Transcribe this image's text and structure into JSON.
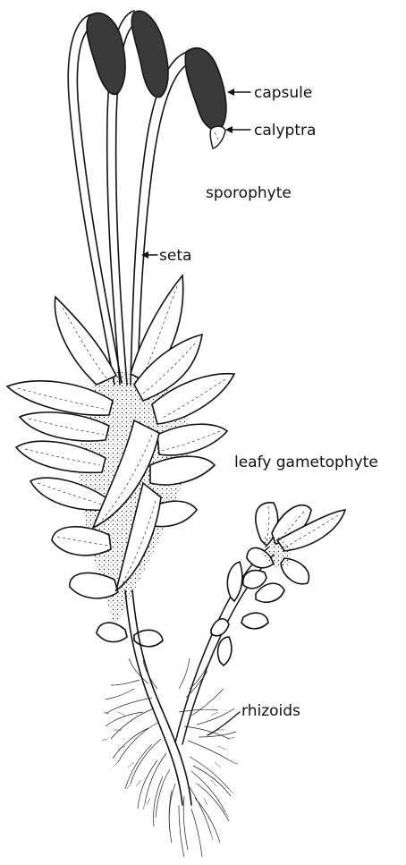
{
  "labels": {
    "capsule": "capsule",
    "calyptra": "calyptra",
    "sporophyte": "sporophyte",
    "seta": "seta",
    "leafy_gametophyte": "leafy gametophyte",
    "rhizoids": "rhizoids"
  },
  "colors": {
    "ink": "#111111",
    "background": "#ffffff",
    "capsule": "#3a3a3a"
  }
}
